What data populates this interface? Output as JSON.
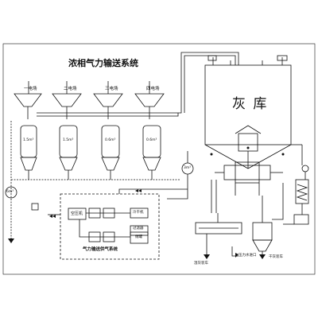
{
  "title": "浓相气力输送系统",
  "silo_label": "灰 库",
  "hoppers": [
    {
      "label": "一电场",
      "volume": "1.5m³"
    },
    {
      "label": "二电场",
      "volume": "1.5m³"
    },
    {
      "label": "三电场",
      "volume": "0.6m³"
    },
    {
      "label": "四电场",
      "volume": "0.6m³"
    }
  ],
  "side_vessel_left": "6m³",
  "side_vessel_right": "3m³",
  "air_supply": {
    "title": "气力输送供气系统",
    "compressor": "空压机",
    "dryer": "冷干机",
    "filter": "过滤器",
    "tank": "储罐"
  },
  "outlets": {
    "wet_loading": "湿灰装车",
    "water_inlet": "压力水进口",
    "dry_loading": "干灰装车"
  }
}
